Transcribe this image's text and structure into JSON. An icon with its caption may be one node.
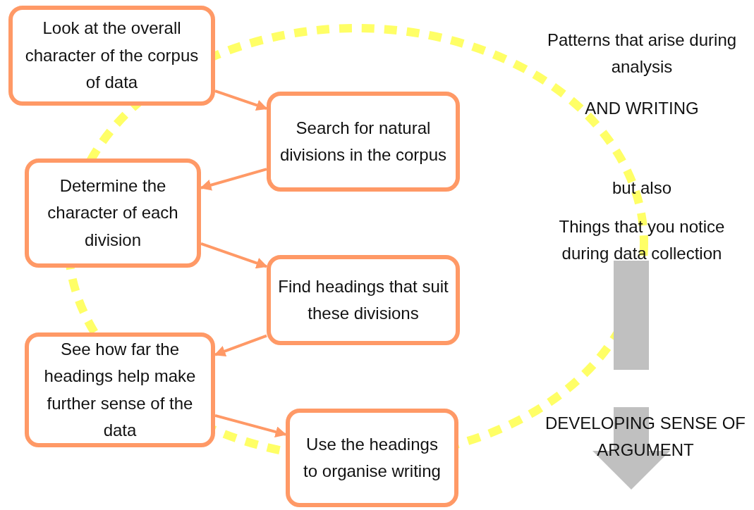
{
  "diagram": {
    "nodes": [
      {
        "text": [
          "Look at the overall character of the corpus of data"
        ]
      },
      {
        "text": [
          "Search for natural divisions in the corpus"
        ]
      },
      {
        "text": [
          "Determine the character of each division"
        ]
      },
      {
        "text": [
          "Find headings that suit these divisions"
        ]
      },
      {
        "text": [
          "See how far the headings help make further sense of the data"
        ]
      },
      {
        "text": [
          "Use the headings to organise writing"
        ]
      }
    ],
    "edges": [
      {
        "from": 0,
        "to": 1,
        "arrow": "to"
      },
      {
        "from": 1,
        "to": 2,
        "arrow": "to"
      },
      {
        "from": 2,
        "to": 3,
        "arrow": "to"
      },
      {
        "from": 3,
        "to": 4,
        "arrow": "to"
      },
      {
        "from": 4,
        "to": 5,
        "arrow": "to"
      }
    ],
    "labels": [
      "Patterns that arise during analysis",
      "AND WRITING",
      "but also",
      "Things that you notice during data collection",
      "DEVELOPING SENSE OF ARGUMENT"
    ]
  }
}
